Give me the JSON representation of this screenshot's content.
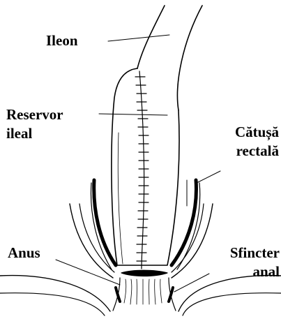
{
  "labels": {
    "ileon": "Ileon",
    "reservor_line1": "Reservor",
    "reservor_line2": "ileal",
    "catusa_line1": "Cătușă",
    "catusa_line2": "rectală",
    "anus": "Anus",
    "sfincter_line1": "Sfincter",
    "sfincter_line2": "anal"
  },
  "colors": {
    "ink": "#000000",
    "background": "#ffffff"
  }
}
